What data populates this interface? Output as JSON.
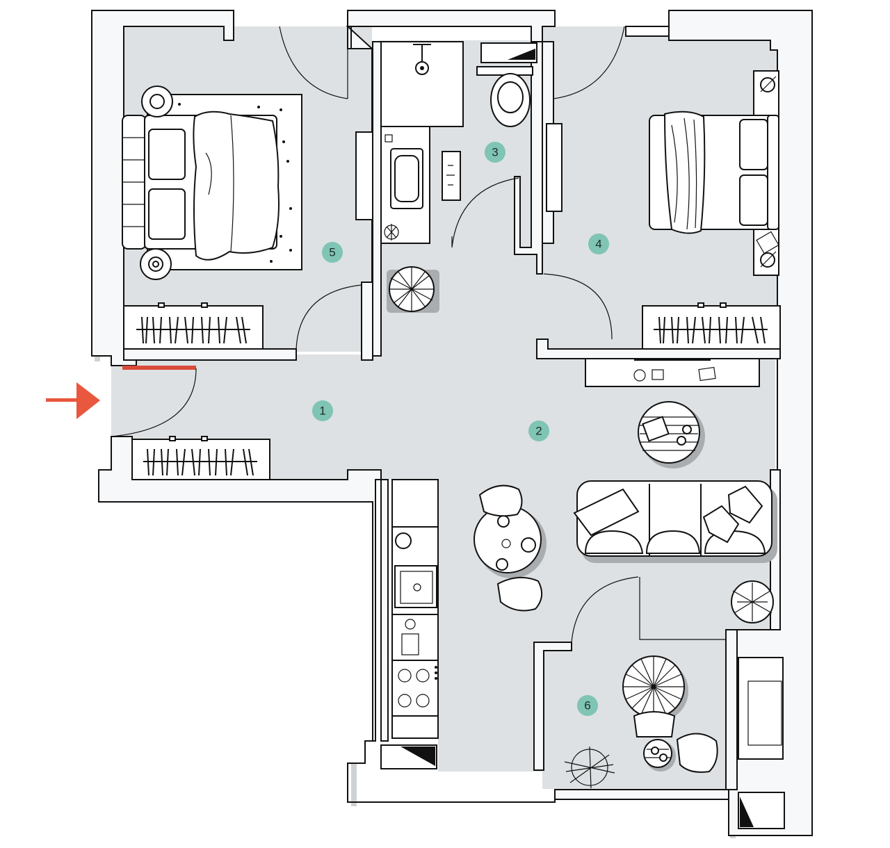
{
  "rooms": [
    {
      "id": "hall",
      "label": "1"
    },
    {
      "id": "living",
      "label": "2"
    },
    {
      "id": "bathroom",
      "label": "3"
    },
    {
      "id": "bedroom-2",
      "label": "4"
    },
    {
      "id": "bedroom-1",
      "label": "5"
    },
    {
      "id": "balcony",
      "label": "6"
    }
  ],
  "colors": {
    "floor": "#dde1e3",
    "walls": "#f7f8f9",
    "badge": "#7fc4b4",
    "entry_arrow": "#e8573e",
    "entry_door": "#d94a3a"
  },
  "icons": {
    "entry": "arrow-right-icon"
  }
}
